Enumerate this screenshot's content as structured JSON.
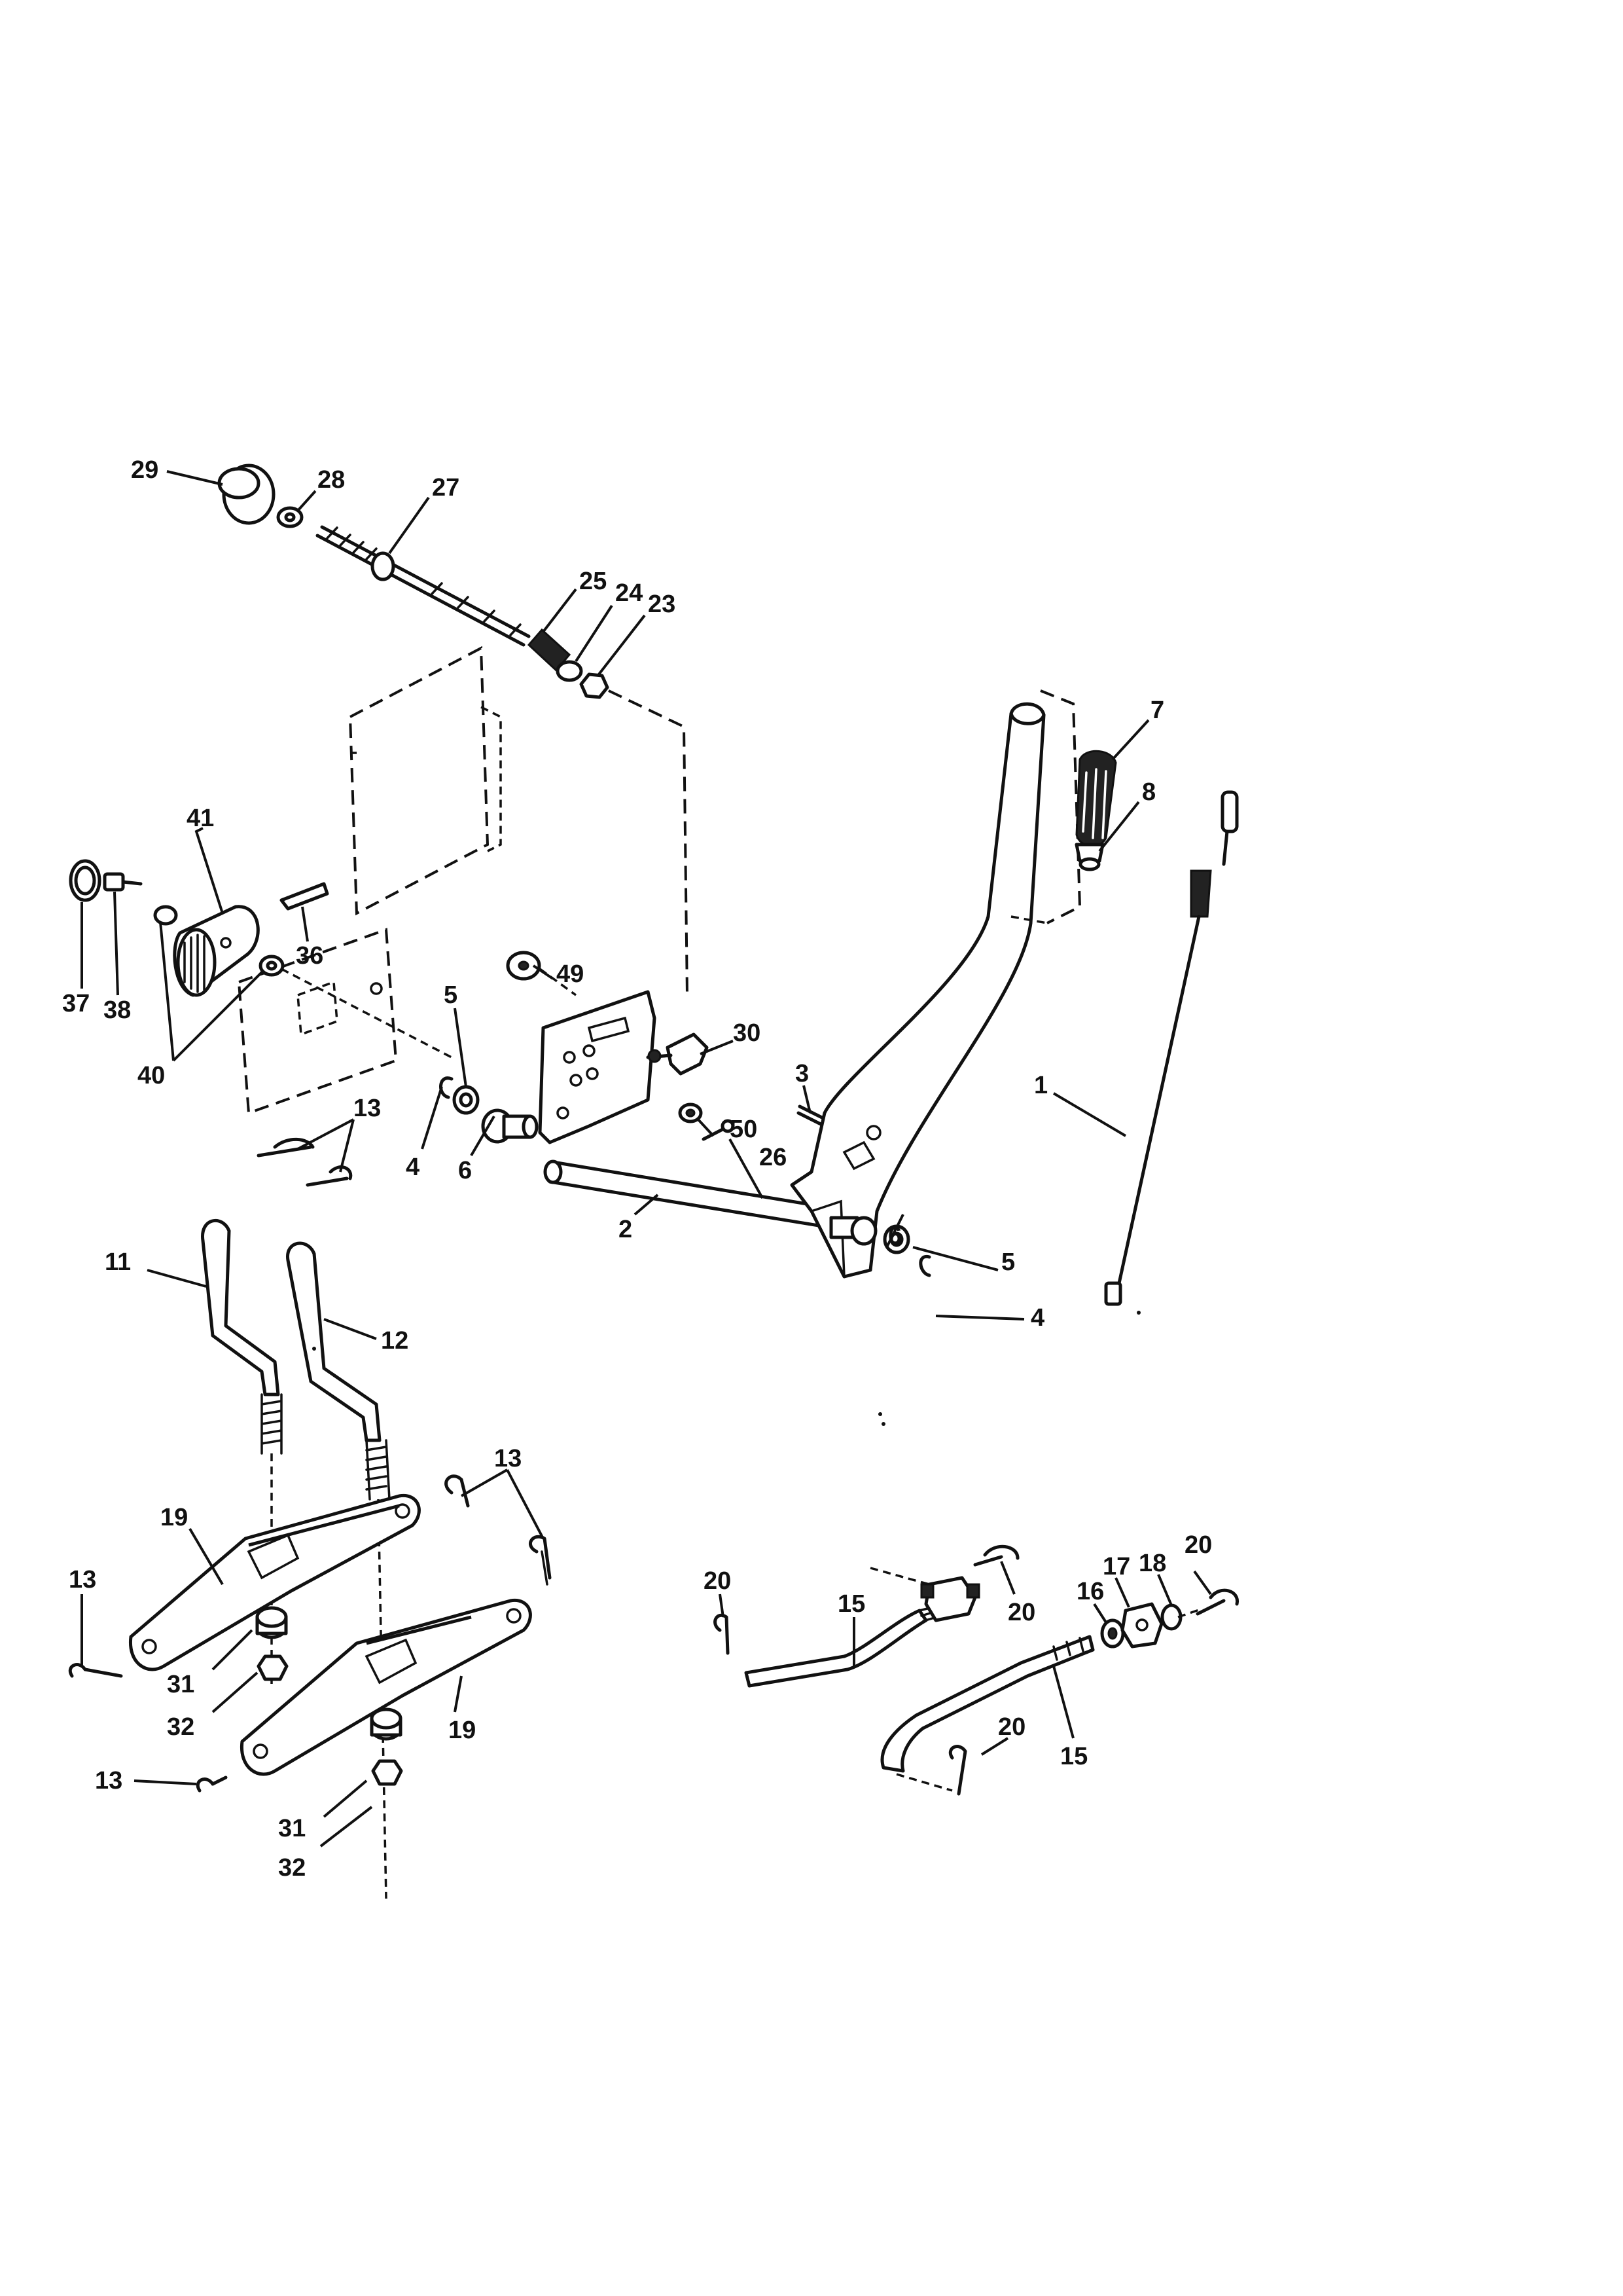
{
  "diagram": {
    "callouts": {
      "c29": "29",
      "c28": "28",
      "c27": "27",
      "c25": "25",
      "c24": "24",
      "c23": "23",
      "c41": "41",
      "c37": "37",
      "c38": "38",
      "c40": "40",
      "c36": "36",
      "c5a": "5",
      "c4a": "4",
      "c6a": "6",
      "c49": "49",
      "c30": "30",
      "c50": "50",
      "c26": "26",
      "c3": "3",
      "c2": "2",
      "c7": "7",
      "c8": "8",
      "c1": "1",
      "c6b": "6",
      "c5b": "5",
      "c4b": "4",
      "c13a": "13",
      "c11": "11",
      "c12": "12",
      "c13b": "13",
      "c19a": "19",
      "c13c": "13",
      "c31a": "31",
      "c32a": "32",
      "c19b": "19",
      "c13d": "13",
      "c31b": "31",
      "c32b": "32",
      "c20a": "20",
      "c15a": "15",
      "c20b": "20",
      "c16": "16",
      "c17": "17",
      "c18": "18",
      "c20c": "20",
      "c20d": "20",
      "c15b": "15"
    }
  }
}
